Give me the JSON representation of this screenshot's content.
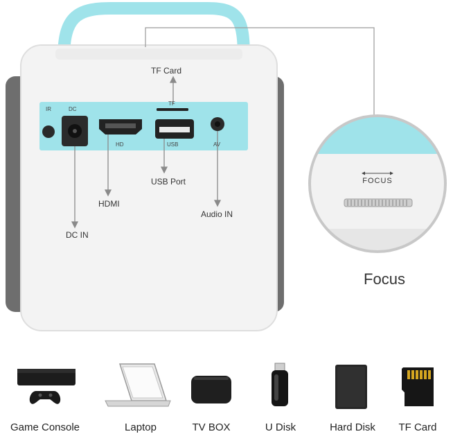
{
  "callouts": {
    "tf_card": "TF Card",
    "usb_port": "USB Port",
    "hdmi": "HDMI",
    "audio_in": "Audio IN",
    "dc_in": "DC IN"
  },
  "panel_marks": {
    "ir": "IR",
    "dc": "DC",
    "tf": "TF",
    "hd": "HD",
    "usb": "USB",
    "av": "AV"
  },
  "focus": {
    "mark": "FOCUS",
    "caption": "Focus"
  },
  "devices": [
    {
      "label": "Game Console",
      "icon": "game-console-icon"
    },
    {
      "label": "Laptop",
      "icon": "laptop-icon"
    },
    {
      "label": "TV BOX",
      "icon": "tv-box-icon"
    },
    {
      "label": "U Disk",
      "icon": "usb-stick-icon"
    },
    {
      "label": "Hard Disk",
      "icon": "hard-disk-icon"
    },
    {
      "label": "TF Card",
      "icon": "tf-card-icon"
    }
  ],
  "colors": {
    "accent": "#9fe3ea",
    "body": "#f3f3f3",
    "grille": "#6e6e6e",
    "callout_line": "#8a8a8a"
  }
}
